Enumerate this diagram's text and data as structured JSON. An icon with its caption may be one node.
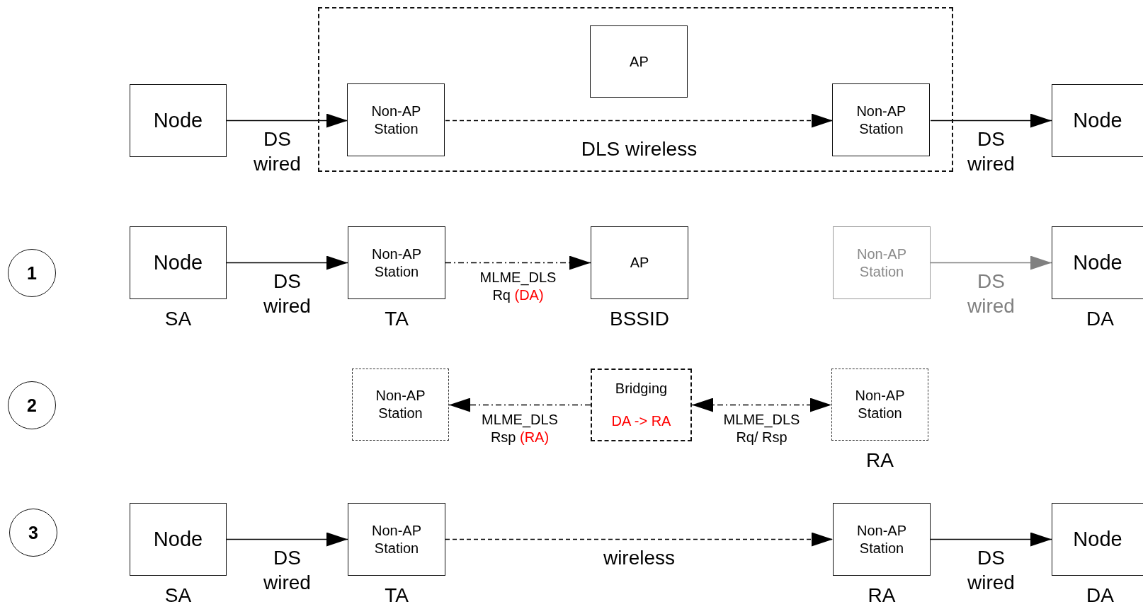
{
  "diagram": {
    "nodes": [
      {
        "text": [],
        "shape": "box"
      },
      {
        "text": [
          "AP"
        ],
        "in": 0
      },
      {
        "text": [
          "Node"
        ]
      },
      {
        "text": [
          "Non-AP Station"
        ],
        "in": 0
      },
      {
        "text": [
          "Non-AP Station"
        ],
        "in": 0
      },
      {
        "text": [
          "Node"
        ]
      },
      {
        "text": [
          "1"
        ]
      },
      {
        "text": [
          "Node"
        ],
        "beside": [
          "SA"
        ]
      },
      {
        "text": [
          "Non-AP Station"
        ],
        "beside": [
          "TA"
        ]
      },
      {
        "text": [
          "AP"
        ],
        "beside": [
          "BSSID"
        ]
      },
      {
        "text": [
          "Non-AP Station"
        ]
      },
      {
        "text": [
          "Node"
        ],
        "beside": [
          "DA"
        ]
      },
      {
        "text": [
          "2"
        ]
      },
      {
        "text": [
          "Non-AP Station"
        ]
      },
      {
        "text": [
          "Bridging",
          "DA -> RA"
        ]
      },
      {
        "text": [
          "Non-AP Station"
        ],
        "beside": [
          "RA"
        ]
      },
      {
        "text": [
          "3"
        ]
      },
      {
        "text": [
          "Node"
        ],
        "beside": [
          "SA"
        ]
      },
      {
        "text": [
          "Non-AP Station"
        ],
        "beside": [
          "TA"
        ]
      },
      {
        "text": [
          "Non-AP Station"
        ],
        "beside": [
          "RA"
        ]
      },
      {
        "text": [
          "Node"
        ],
        "beside": [
          "DA"
        ]
      }
    ],
    "edges": [
      {
        "from": 2,
        "to": 3,
        "arrow": "to",
        "label": "DS wired"
      },
      {
        "from": 3,
        "to": 4,
        "arrow": "to",
        "label": "DLS wireless",
        "style": "dashed"
      },
      {
        "from": 4,
        "to": 5,
        "arrow": "to",
        "label": "DS wired"
      },
      {
        "from": 7,
        "to": 8,
        "arrow": "to",
        "label": "DS wired"
      },
      {
        "from": 8,
        "to": 9,
        "arrow": "to",
        "label": "MLME_DLS Rq (DA)",
        "style": "dashed"
      },
      {
        "from": 10,
        "to": 11,
        "arrow": "to",
        "label": "DS wired",
        "color": "#808080"
      },
      {
        "from": 14,
        "to": 13,
        "arrow": "to",
        "label": "MLME_DLS Rsp (RA)",
        "style": "dashed"
      },
      {
        "from": 14,
        "to": 15,
        "arrow": "both",
        "label": "MLME_DLS Rq/ Rsp",
        "style": "dashed"
      },
      {
        "from": 17,
        "to": 18,
        "arrow": "to",
        "label": "DS wired"
      },
      {
        "from": 18,
        "to": 19,
        "arrow": "to",
        "label": "wireless",
        "style": "dashed"
      },
      {
        "from": 19,
        "to": 20,
        "arrow": "to",
        "label": "DS wired"
      }
    ]
  }
}
